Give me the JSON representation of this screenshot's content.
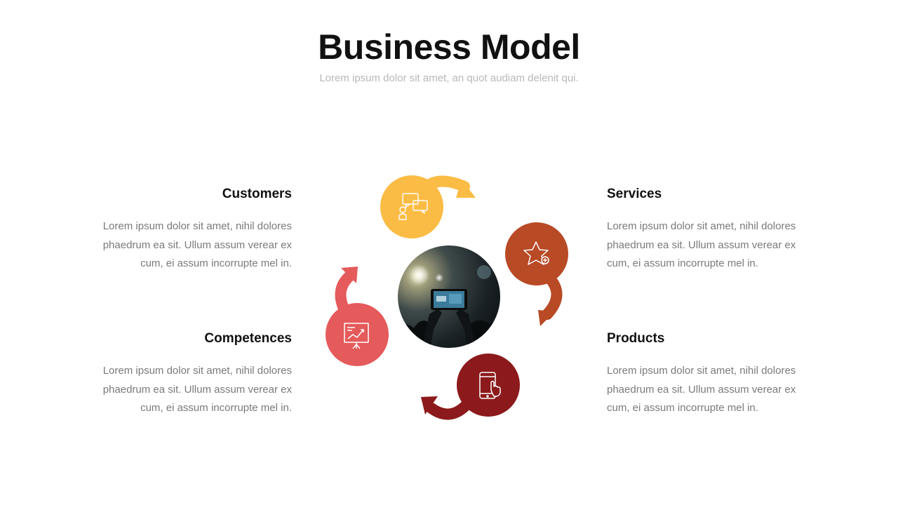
{
  "title": "Business Model",
  "subtitle": "Lorem ipsum dolor sit amet, an quot audiam delenit qui.",
  "blocks": {
    "customers": {
      "heading": "Customers",
      "text": "Lorem ipsum dolor sit amet, nihil dolores phaedrum ea sit. Ullum assum verear ex cum, ei assum incorrupte mel in."
    },
    "services": {
      "heading": "Services",
      "text": "Lorem ipsum dolor sit amet, nihil dolores phaedrum ea sit. Ullum assum verear ex cum, ei assum incorrupte mel in."
    },
    "competences": {
      "heading": "Competences",
      "text": "Lorem ipsum dolor sit amet, nihil dolores phaedrum ea sit. Ullum assum verear ex cum, ei assum incorrupte mel in."
    },
    "products": {
      "heading": "Products",
      "text": "Lorem ipsum dolor sit amet, nihil dolores phaedrum ea sit. Ullum assum verear ex cum, ei assum incorrupte mel in."
    }
  },
  "cycle": {
    "center_image": "concert-photo",
    "nodes": [
      {
        "id": "customers",
        "icon": "chat-users-icon",
        "color": "#fbbc45"
      },
      {
        "id": "services",
        "icon": "star-plus-icon",
        "color": "#b84a26"
      },
      {
        "id": "products",
        "icon": "smartphone-touch-icon",
        "color": "#8c1a1c"
      },
      {
        "id": "competences",
        "icon": "presentation-board-icon",
        "color": "#e55a5b"
      }
    ]
  }
}
